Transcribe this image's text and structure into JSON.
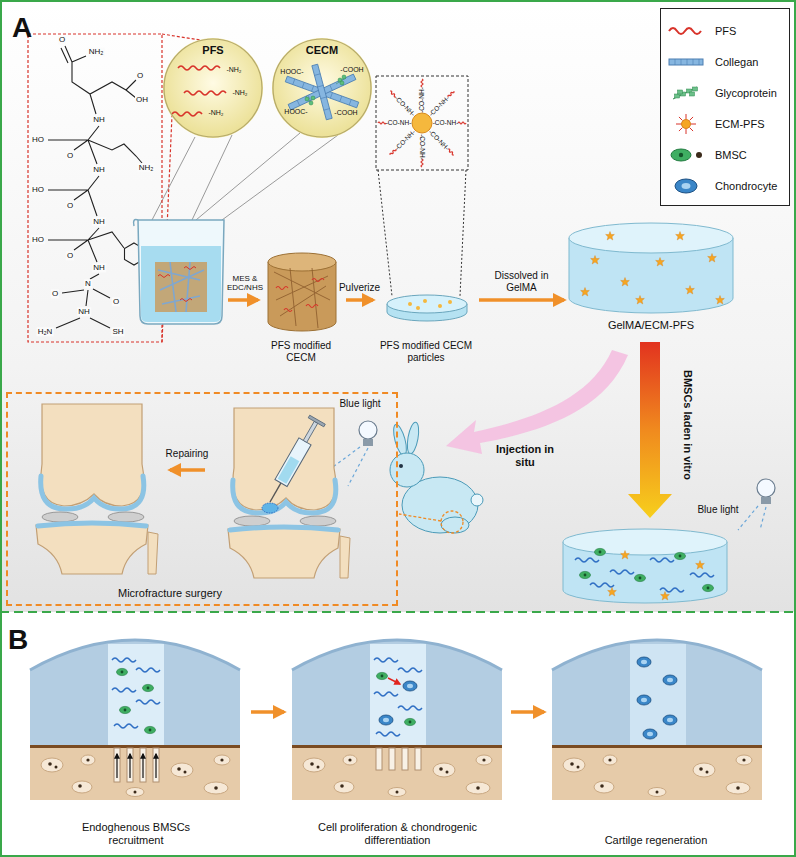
{
  "diagram": {
    "nodes": [
      {
        "text": [
          "PFS"
        ]
      },
      {
        "text": [
          "CECM"
        ]
      },
      {
        "text": [
          "PFS modified CECM"
        ]
      },
      {
        "text": [
          "PFS modified CECM particles"
        ]
      },
      {
        "text": [
          "GelMA/ECM-PFS"
        ]
      },
      {
        "text": [
          "Microfracture surgery"
        ]
      },
      {
        "text": [
          "Endoghenous BMSCs recruitment"
        ]
      },
      {
        "text": [
          "Cell proliferation & chondrogenic differentiation"
        ]
      },
      {
        "text": [
          "Cartilge regeneration"
        ]
      }
    ],
    "edges": [
      {
        "from": 2,
        "to": 3,
        "label": "Pulverize",
        "arrow": "to"
      },
      {
        "from": 3,
        "to": 4,
        "label": "Dissolved in GelMA",
        "arrow": "to"
      },
      {
        "from": 6,
        "to": 7,
        "arrow": "to"
      },
      {
        "from": 7,
        "to": 8,
        "arrow": "to"
      }
    ],
    "labels": [
      "A",
      "O",
      "NH₂",
      "O",
      "OH",
      "NH",
      "HO",
      "O",
      "NH₂",
      "NH",
      "HO",
      "O",
      "NH",
      "HO",
      "O",
      "NH",
      "O",
      "N",
      "O",
      "NH",
      "H₂N",
      "SH",
      "-NH₂",
      "-NH₂",
      "-NH₂",
      "HOOC-",
      "-COOH",
      "HOOC-",
      "-COOH",
      "-CO-NH-",
      "-CO-NH-",
      "-CO-NH-",
      "-CO-NH-",
      "-CO-NH-",
      "-CO-NH-",
      "-CO-NH-",
      "-CO-NH-",
      "MES & EDC/NHS",
      "Blue light",
      "Repairing",
      "Injection in situ",
      "BMSCs laden in vitro",
      "Blue light",
      "B"
    ],
    "legend": [
      {
        "text": "PFS"
      },
      {
        "text": "Collegan"
      },
      {
        "text": "Glycoprotein"
      },
      {
        "text": "ECM-PFS"
      },
      {
        "text": "BMSC"
      },
      {
        "text": "Chondrocyte"
      }
    ]
  }
}
